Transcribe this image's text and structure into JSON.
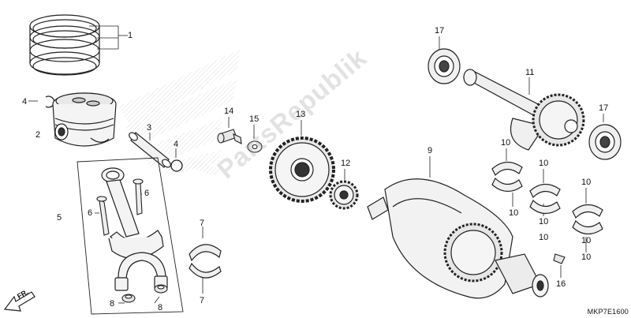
{
  "diagram": {
    "code": "MKP7E1600",
    "direction_label": "FR.",
    "watermark": "PartsRepublik",
    "callouts": {
      "c1": "1",
      "c2": "2",
      "c3": "3",
      "c4a": "4",
      "c4b": "4",
      "c5": "5",
      "c6a": "6",
      "c6b": "6",
      "c7a": "7",
      "c7b": "7",
      "c8a": "8",
      "c8b": "8",
      "c9": "9",
      "c10a": "10",
      "c10b": "10",
      "c10c": "10",
      "c10d": "10",
      "c10e": "10",
      "c10f": "10",
      "c10g": "10",
      "c10h": "10",
      "c11": "11",
      "c12": "12",
      "c13": "13",
      "c14": "14",
      "c15": "15",
      "c16": "16",
      "c17a": "17",
      "c17b": "17"
    }
  }
}
